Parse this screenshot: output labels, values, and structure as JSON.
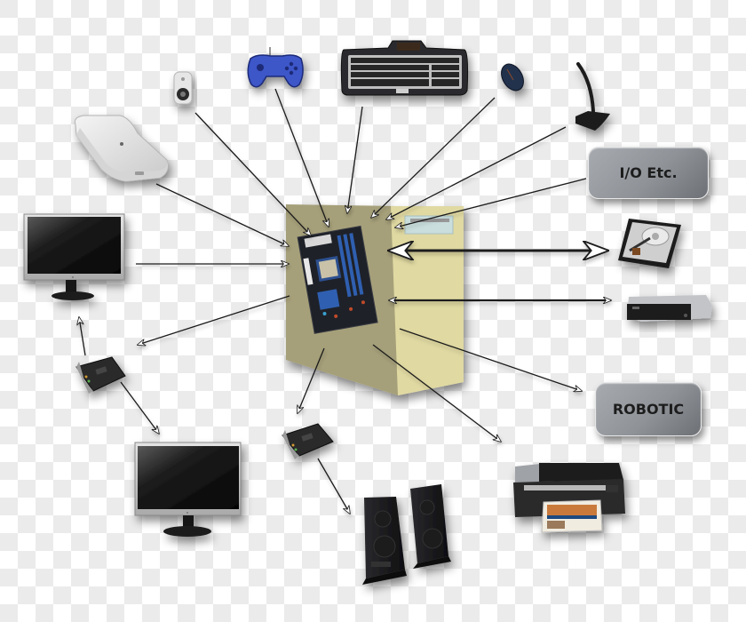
{
  "diagram": {
    "title": "Computer hardware peripherals diagram",
    "background": "checkerboard",
    "colors": {
      "checker_light": "#ffffff",
      "checker_dark": "#ebebeb",
      "case_front": "#a6a07a",
      "case_side": "#e0d9a2",
      "label_box": "#8f9398",
      "arrow": "#1a1a1a"
    },
    "center": {
      "name": "computer-case",
      "contents": "motherboard",
      "drive_bay": "optical drive slot"
    },
    "labels": {
      "io": "I/O Etc.",
      "robotic": "ROBOTIC"
    },
    "input_devices": [
      {
        "name": "webcam",
        "direction": "into case"
      },
      {
        "name": "gamepad",
        "direction": "into case"
      },
      {
        "name": "keyboard",
        "direction": "into case"
      },
      {
        "name": "mouse",
        "direction": "into case"
      },
      {
        "name": "microphone",
        "direction": "into case"
      },
      {
        "name": "I/O Etc.",
        "direction": "into case"
      },
      {
        "name": "scanner",
        "direction": "into case"
      },
      {
        "name": "monitor (left)",
        "direction": "into case"
      }
    ],
    "bidirectional_devices": [
      {
        "name": "hard disk drive",
        "direction": "both"
      },
      {
        "name": "optical DVD drive",
        "direction": "both"
      }
    ],
    "output_devices": [
      {
        "name": "ROBOTIC",
        "direction": "out of case"
      },
      {
        "name": "printer",
        "direction": "out of case"
      },
      {
        "name": "sound card (bottom)",
        "direction": "out of case",
        "then": "speakers"
      },
      {
        "name": "graphics card (left)",
        "direction": "out of case",
        "then": [
          "monitor (left)",
          "monitor (bottom)"
        ]
      }
    ],
    "chained": [
      {
        "from": "graphics card (left)",
        "to": "monitor (left)"
      },
      {
        "from": "graphics card (left)",
        "to": "monitor (bottom)"
      },
      {
        "from": "sound card (bottom)",
        "to": "speakers"
      }
    ]
  }
}
